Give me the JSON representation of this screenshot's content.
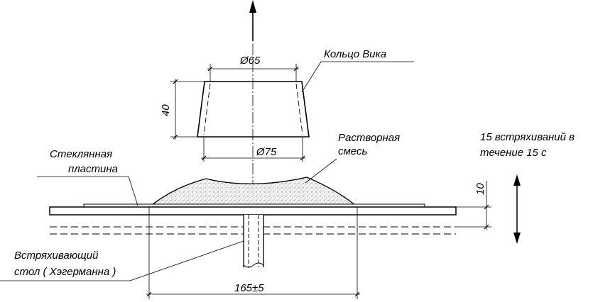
{
  "labels": {
    "vicat_ring": "Кольцо Вика",
    "mortar_line1": "Растворная",
    "mortar_line2": "смесь",
    "glass_line1": "Стеклянная",
    "glass_line2": "пластина",
    "table_line1": "Встряхивающий",
    "table_line2": "стол ( Хэгерманна )",
    "shakes_line1": "15  встряхиваний в",
    "shakes_line2": "течение  15  с"
  },
  "dimensions": {
    "top_diameter": "Ø65",
    "bottom_diameter": "Ø75",
    "ring_height": "40",
    "spread_diameter": "165±5",
    "drop_height": "10"
  },
  "colors": {
    "line": "#000000",
    "mortar_fill": "#f4f4f4",
    "background": "#ffffff"
  }
}
